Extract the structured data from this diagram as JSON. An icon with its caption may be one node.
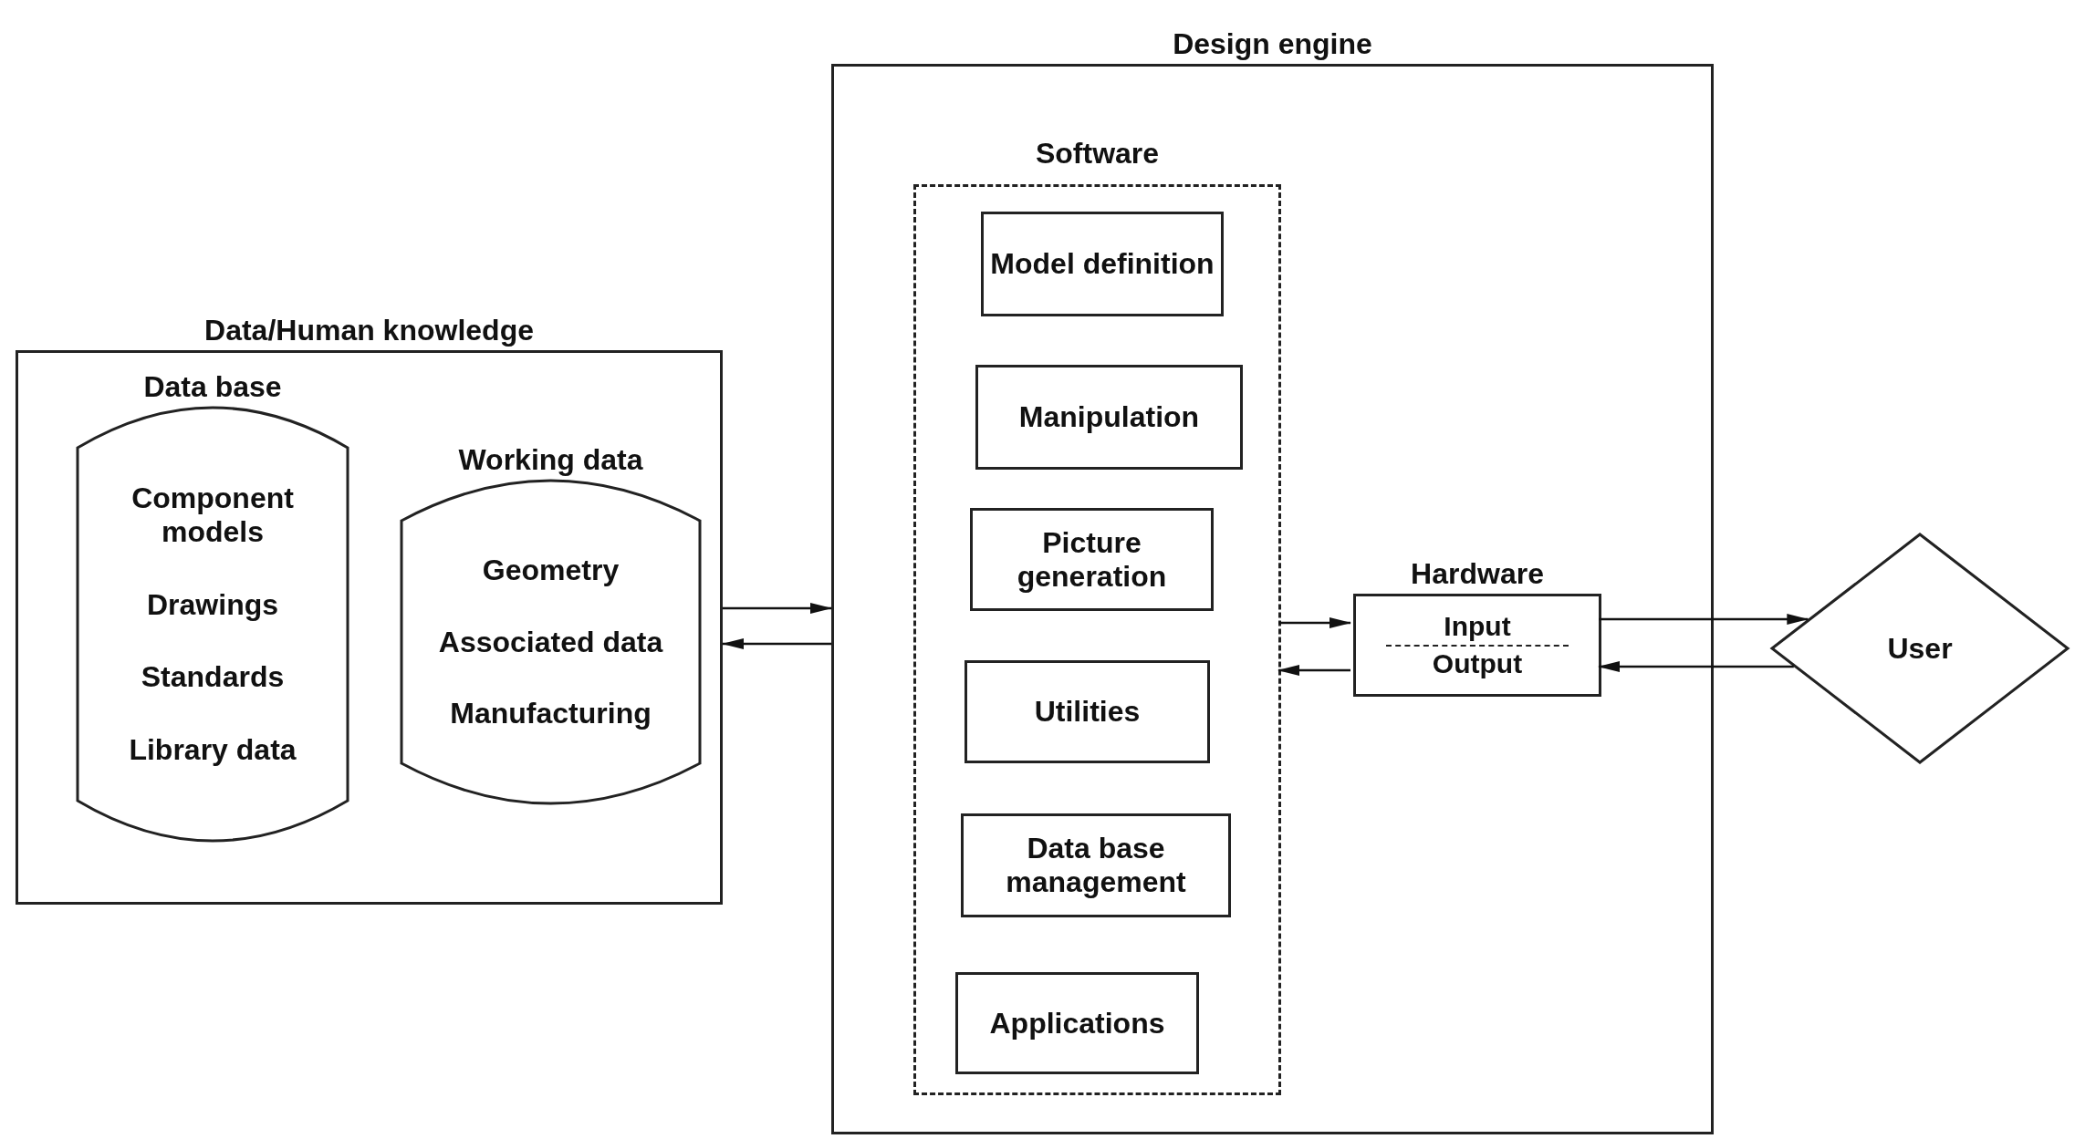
{
  "diagram": {
    "nodes": [
      {
        "text": [
          "Data/Human knowledge"
        ]
      },
      {
        "text": [
          "Data base",
          "Component models",
          "Drawings",
          "Standards",
          "Library data"
        ],
        "in": 0
      },
      {
        "text": [
          "Working data",
          "Geometry",
          "Associated data",
          "Manufacturing"
        ],
        "in": 0
      },
      {
        "text": [
          "Design engine"
        ]
      },
      {
        "text": [
          "Software"
        ],
        "in": 3
      },
      {
        "text": [
          "Model definition"
        ],
        "in": 4
      },
      {
        "text": [
          "Manipulation"
        ],
        "in": 4
      },
      {
        "text": [
          "Picture generation"
        ],
        "in": 4
      },
      {
        "text": [
          "Utilities"
        ],
        "in": 4
      },
      {
        "text": [
          "Data base management"
        ],
        "in": 4
      },
      {
        "text": [
          "Applications"
        ],
        "in": 4
      },
      {
        "text": [
          "Hardware",
          "Input",
          "Output"
        ],
        "in": 3
      },
      {
        "text": [
          "User"
        ]
      }
    ],
    "edges": [
      {
        "from": 0,
        "to": 3,
        "arrow": "to"
      },
      {
        "from": 3,
        "to": 0,
        "arrow": "to"
      },
      {
        "from": 4,
        "to": 11,
        "arrow": "to"
      },
      {
        "from": 11,
        "to": 4,
        "arrow": "to"
      },
      {
        "from": 11,
        "to": 12,
        "arrow": "to"
      },
      {
        "from": 12,
        "to": 11,
        "arrow": "to"
      }
    ]
  }
}
